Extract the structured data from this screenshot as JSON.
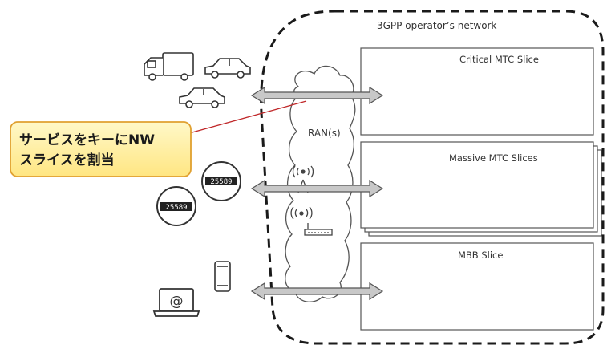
{
  "diagram": {
    "network_label": "3GPP operator’s network",
    "ran_label": "RAN(s)",
    "slices": {
      "critical": "Critical MTC Slice",
      "massive": "Massive MTC Slices",
      "mbb": "MBB Slice"
    },
    "callout": {
      "line1": "サービスをキーにNW",
      "line2": "スライスを割当"
    },
    "meter_readout": "25589",
    "laptop_symbol": "@",
    "colors": {
      "callout_fill": "#fff2a8",
      "callout_border": "#e0a030",
      "leader_line": "#c0282a",
      "arrow_fill": "#c8c8c8",
      "arrow_stroke": "#555555",
      "boundary": "#1a1a1a"
    },
    "icons": [
      "truck-icon",
      "car-icon",
      "car-icon",
      "smart-meter-icon",
      "smart-meter-icon",
      "laptop-icon",
      "smartphone-icon",
      "cell-tower-icon",
      "wireless-router-icon"
    ]
  }
}
